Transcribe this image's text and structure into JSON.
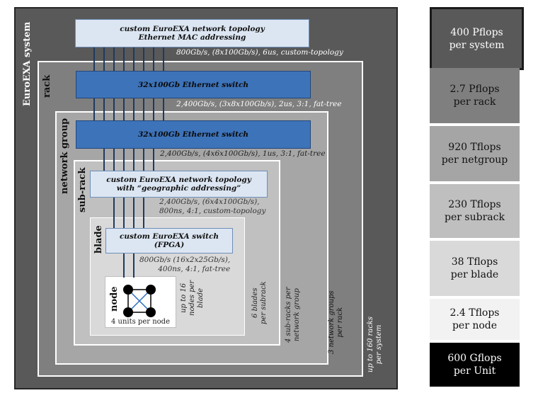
{
  "levels": {
    "system": "EuroEXA system",
    "rack": "rack",
    "network_group": "network group",
    "subrack": "sub-rack",
    "blade": "blade",
    "node": "node"
  },
  "components": {
    "top_topology": [
      "custom EuroEXA network topology",
      "Ethernet MAC addressing"
    ],
    "rack_switch": "32x100Gb Ethernet switch",
    "netgroup_switch": "32x100Gb Ethernet switch",
    "subrack_topology": [
      "custom EuroEXA network topology",
      "with “geographic addressing”"
    ],
    "blade_switch": [
      "custom EuroEXA switch",
      "(FPGA)"
    ],
    "node_units": "4 units per node"
  },
  "links": {
    "system_rack": "800Gb/s, (8x100Gb/s), 6us, custom-topology",
    "rack_netgroup": "2,400Gb/s, (3x8x100Gb/s), 2us, 3:1, fat-tree",
    "netgroup_subrack": "2,400Gb/s, (4x6x100Gb/s), 1us, 3:1, fat-tree",
    "subrack_blade": [
      "2,400Gb/s, (6x4x100Gb/s),",
      "800ns, 4:1, custom-topology"
    ],
    "blade_node": [
      "800Gb/s (16x2x25Gb/s),",
      "400ns, 4:1, fat-tree"
    ]
  },
  "counts": {
    "nodes_per_blade": [
      "up to 16",
      "nodes per",
      "blade"
    ],
    "blades_per_subrack": [
      "6 blades",
      "per subrack"
    ],
    "subracks_per_group": [
      "4 sub-racks per",
      "network group"
    ],
    "groups_per_rack": [
      "3 network groups",
      "per rack"
    ],
    "racks_per_system": [
      "up to 160 racks",
      "per system"
    ]
  },
  "legend": [
    {
      "value": "400 Pflops",
      "unit": "per system",
      "bg": "#595959",
      "fg": "#ffffff"
    },
    {
      "value": "2.7 Pflops",
      "unit": "per rack",
      "bg": "#7f7f7f",
      "fg": "#111111"
    },
    {
      "value": "920 Tflops",
      "unit": "per netgroup",
      "bg": "#a5a5a5",
      "fg": "#111111"
    },
    {
      "value": "230 Tflops",
      "unit": "per subrack",
      "bg": "#bfbfbf",
      "fg": "#111111"
    },
    {
      "value": "38 Tflops",
      "unit": "per blade",
      "bg": "#d9d9d9",
      "fg": "#111111"
    },
    {
      "value": "2.4 Tflops",
      "unit": "per node",
      "bg": "#f2f2f2",
      "fg": "#111111"
    },
    {
      "value": "600 Gflops",
      "unit": "per Unit",
      "bg": "#000000",
      "fg": "#ffffff"
    }
  ],
  "colors": {
    "system_bg": "#595959",
    "rack_bg": "#7f7f7f",
    "netgroup_bg": "#a6a6a6",
    "subrack_bg": "#c0c0c0",
    "blade_bg": "#d9d9d9",
    "switch_blue": "#3d73b9",
    "light_blue": "#dce6f2"
  }
}
